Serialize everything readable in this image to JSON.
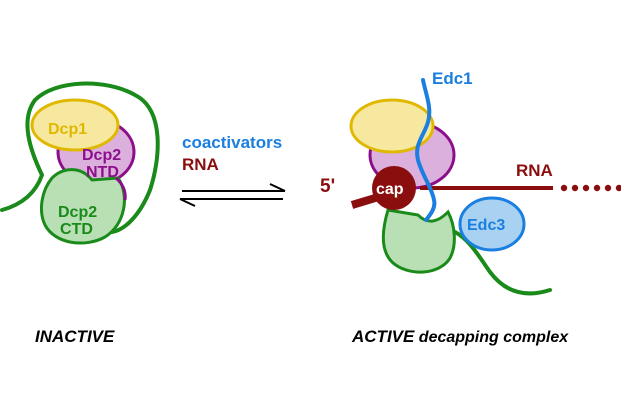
{
  "inactive": {
    "dcp1_label": "Dcp1",
    "dcp2_ntd_label_1": "Dcp2",
    "dcp2_ntd_label_2": "NTD",
    "dcp2_ctd_label_1": "Dcp2",
    "dcp2_ctd_label_2": "CTD",
    "state_label": "INACTIVE"
  },
  "equilibrium": {
    "coactivators_label": "coactivators",
    "rna_label": "RNA"
  },
  "active": {
    "edc1_label": "Edc1",
    "five_prime_label": "5'",
    "cap_label": "cap",
    "rna_label": "RNA",
    "edc3_label": "Edc3",
    "state_label_italic": "ACTIVE",
    "state_label_rest": " decapping complex"
  },
  "colors": {
    "green": "#1a8a1a",
    "green_fill": "#b9dfb5",
    "yellow_stroke": "#e0b800",
    "yellow_fill": "#f7e8a0",
    "purple_stroke": "#8b0f8b",
    "purple_fill": "#dcb0dc",
    "blue": "#1a7fe0",
    "blue_fill": "#a9d2f2",
    "maroon": "#8b0e0e"
  }
}
